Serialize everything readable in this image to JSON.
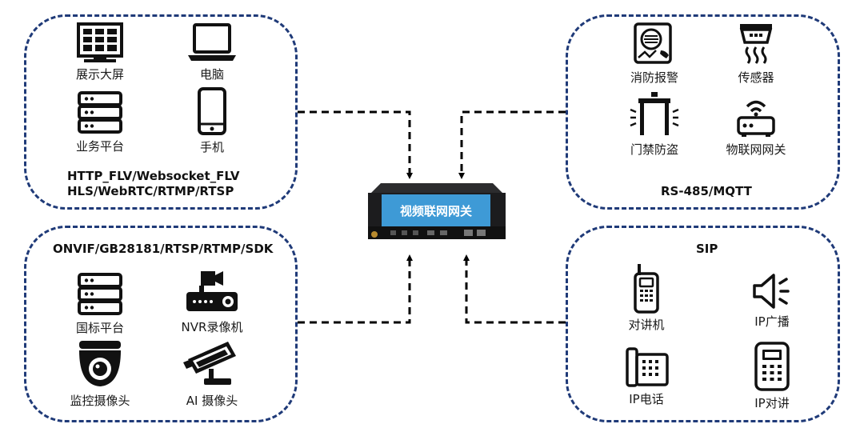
{
  "gateway": {
    "label": "视频联网网关"
  },
  "top_left": {
    "devices": [
      {
        "label": "展示大屏",
        "icon": "video-wall-icon"
      },
      {
        "label": "电脑",
        "icon": "laptop-icon"
      },
      {
        "label": "业务平台",
        "icon": "server-icon"
      },
      {
        "label": "手机",
        "icon": "smartphone-icon"
      }
    ],
    "protocols": [
      "HTTP_FLV/Websocket_FLV",
      "HLS/WebRTC/RTMP/RTSP"
    ]
  },
  "top_right": {
    "devices": [
      {
        "label": "消防报警",
        "icon": "fire-alarm-icon"
      },
      {
        "label": "传感器",
        "icon": "sensor-icon"
      },
      {
        "label": "门禁防盗",
        "icon": "access-gate-icon"
      },
      {
        "label": "物联网网关",
        "icon": "iot-router-icon"
      }
    ],
    "protocols": [
      "RS-485/MQTT"
    ]
  },
  "bottom_left": {
    "protocols": [
      "ONVIF/GB28181/RTSP/RTMP/SDK"
    ],
    "devices": [
      {
        "label": "国标平台",
        "icon": "server-icon"
      },
      {
        "label": "NVR录像机",
        "icon": "nvr-recorder-icon"
      },
      {
        "label": "监控摄像头",
        "icon": "dome-camera-icon"
      },
      {
        "label": "AI 摄像头",
        "icon": "bullet-camera-icon"
      }
    ]
  },
  "bottom_right": {
    "protocols": [
      "SIP"
    ],
    "devices": [
      {
        "label": "对讲机",
        "icon": "walkie-talkie-icon"
      },
      {
        "label": "IP广播",
        "icon": "speaker-icon"
      },
      {
        "label": "IP电话",
        "icon": "desk-phone-icon"
      },
      {
        "label": "IP对讲",
        "icon": "intercom-panel-icon"
      }
    ]
  }
}
